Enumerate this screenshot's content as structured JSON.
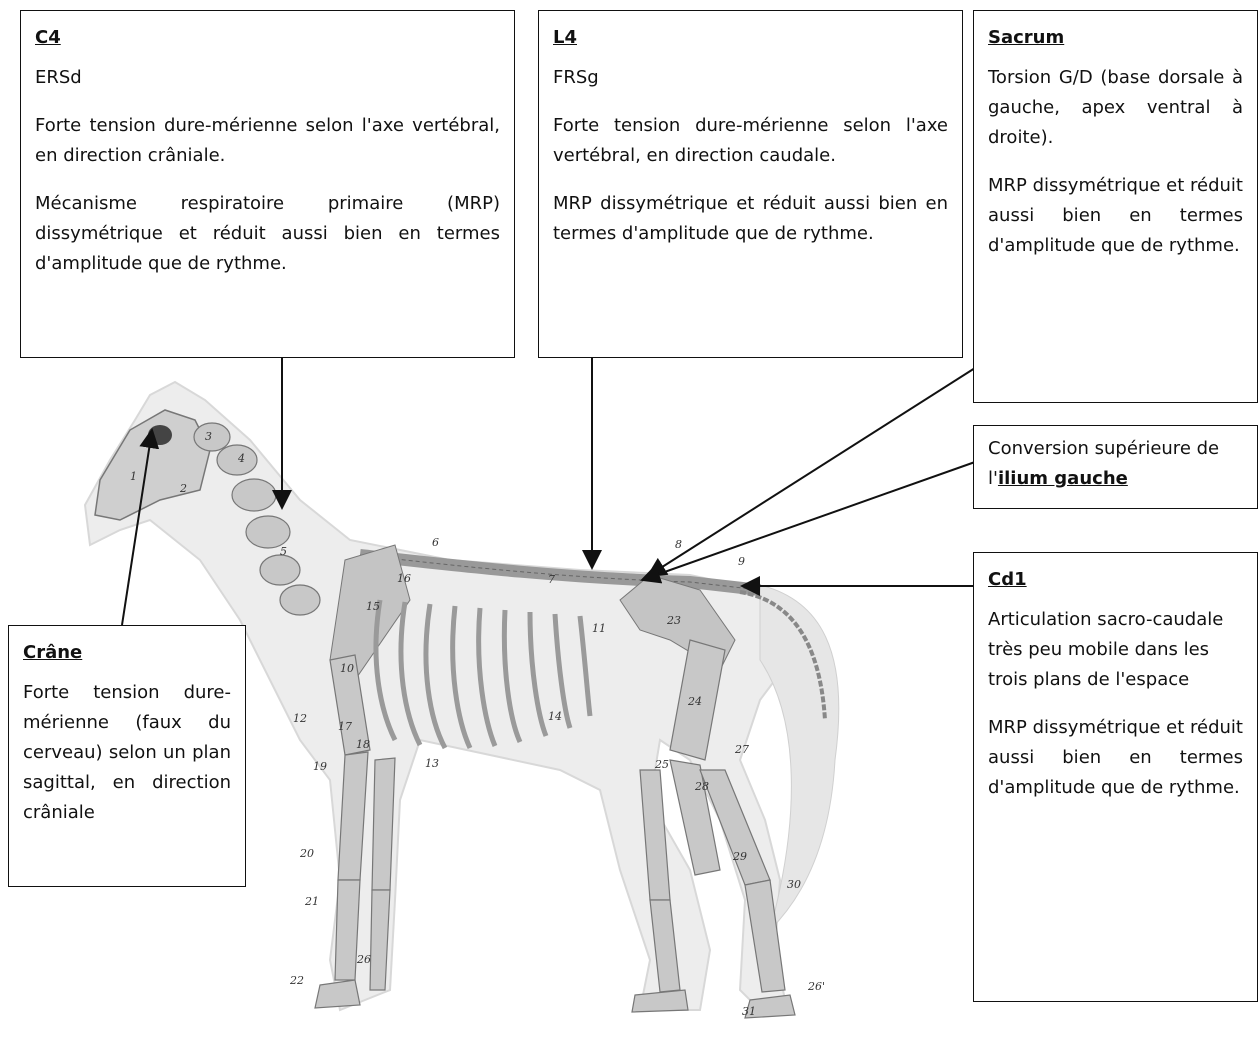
{
  "boxes": {
    "c4": {
      "title": "C4",
      "p1": "ERSd",
      "p2": "Forte tension dure-mérienne selon l'axe vertébral, en direction crâniale.",
      "p3": "Mécanisme respiratoire primaire (MRP) dissymétrique et réduit aussi bien en termes d'amplitude que de rythme."
    },
    "l4": {
      "title": "L4",
      "p1": "FRSg",
      "p2": "Forte tension dure-mérienne selon l'axe vertébral, en direction caudale.",
      "p3": "MRP dissymétrique et réduit aussi bien en termes d'amplitude que de rythme."
    },
    "sacrum": {
      "title": "Sacrum",
      "p1": "Torsion G/D (base dorsale à gauche, apex ventral à droite).",
      "p2": "MRP dissymétrique et réduit aussi bien en termes d'amplitude que de rythme."
    },
    "ilium": {
      "text": "Conversion supérieure de l'",
      "bold": "ilium gauche"
    },
    "cd1": {
      "title": "Cd1",
      "p1": "Articulation sacro-caudale très peu mobile dans les trois plans de l'espace",
      "p2": "MRP dissymétrique et réduit aussi bien en termes d'amplitude que de rythme."
    },
    "crane": {
      "title": "Crâne",
      "p1": "Forte tension dure-mérienne (faux du cerveau) selon un plan sagittal, en direction crâniale"
    }
  },
  "skeleton_numbers": [
    "1",
    "2",
    "3",
    "4",
    "5",
    "6",
    "7",
    "8",
    "9",
    "10",
    "11",
    "12",
    "13",
    "14",
    "15",
    "16",
    "17",
    "18",
    "19",
    "20",
    "21",
    "22",
    "23",
    "24",
    "25",
    "26",
    "26'",
    "27",
    "28",
    "29",
    "30",
    "31"
  ],
  "colors": {
    "line": "#111111",
    "bone": "#cfcfcf",
    "silhouette": "#ececec"
  }
}
